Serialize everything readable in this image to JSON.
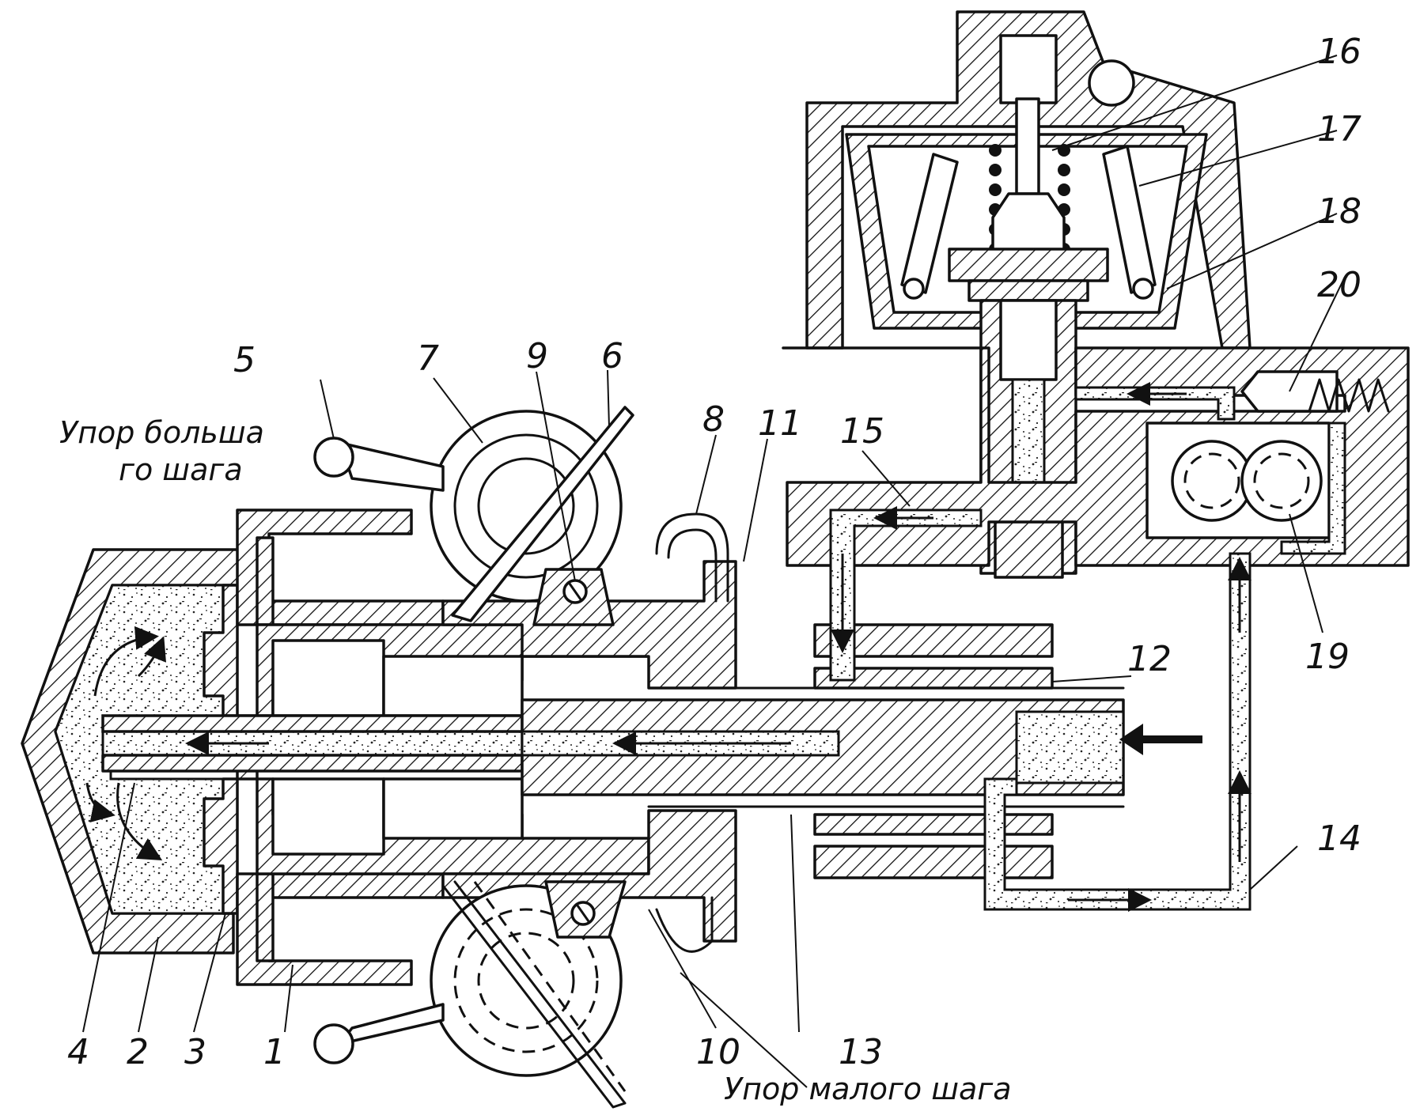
{
  "labels": {
    "n1": "1",
    "n2": "2",
    "n3": "3",
    "n4": "4",
    "n5": "5",
    "n6": "6",
    "n7": "7",
    "n8": "8",
    "n9": "9",
    "n10": "10",
    "n11": "11",
    "n12": "12",
    "n13": "13",
    "n14": "14",
    "n15": "15",
    "n16": "16",
    "n17": "17",
    "n18": "18",
    "n19": "19",
    "n20": "20"
  },
  "captions": {
    "high_pitch_stop_line1": "Упор больша",
    "high_pitch_stop_line2": "го шага",
    "low_pitch_stop": "Упор малого шага"
  }
}
